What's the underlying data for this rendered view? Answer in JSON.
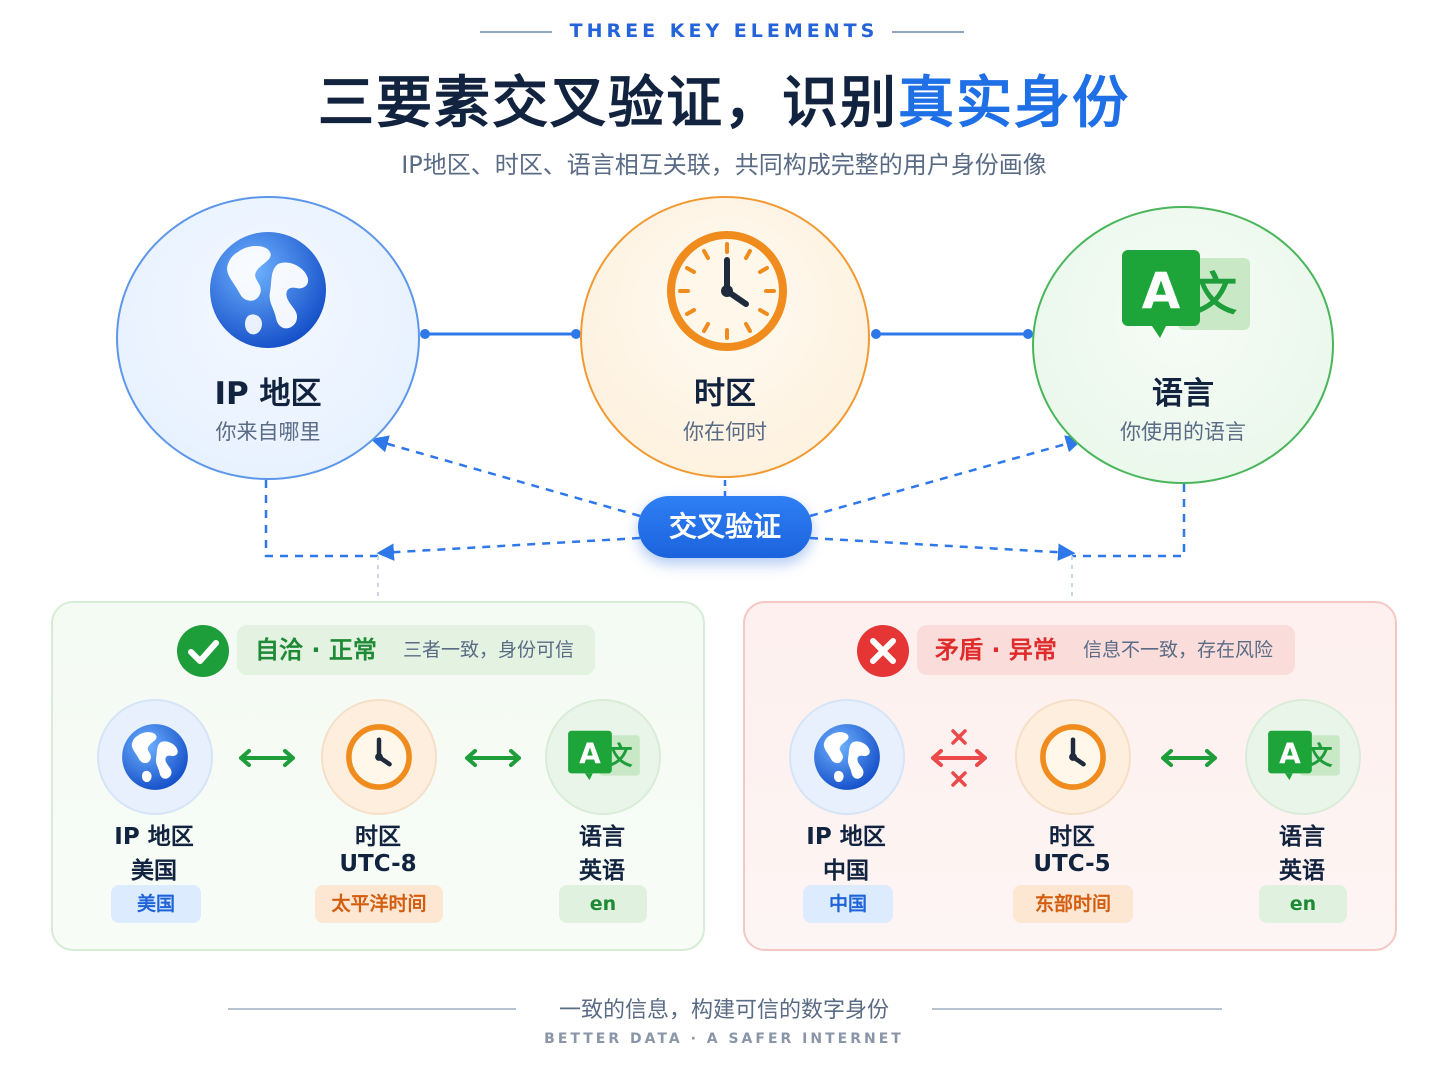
{
  "header": {
    "eyebrow": "THREE KEY ELEMENTS",
    "title_main": "三要素交叉验证，识别",
    "title_highlight": "真实身份",
    "subtitle": "IP地区、时区、语言相互关联，共同构成完整的用户身份画像"
  },
  "elements": [
    {
      "title": "IP 地区",
      "subtitle": "你来自哪里",
      "icon": "globe-icon"
    },
    {
      "title": "时区",
      "subtitle": "你在何时",
      "icon": "clock-icon"
    },
    {
      "title": "语言",
      "subtitle": "你使用的语言",
      "icon": "translate-icon"
    }
  ],
  "center_label": "交叉验证",
  "panels": {
    "consistent": {
      "status_title": "自洽 · 正常",
      "status_desc": "三者一致，身份可信",
      "status_icon": "check-icon",
      "nodes": [
        {
          "line1": "IP 地区",
          "line2": "美国",
          "tag": "美国"
        },
        {
          "line1": "时区",
          "line2": "UTC-8",
          "tag": "太平洋时间"
        },
        {
          "line1": "语言",
          "line2": "英语",
          "tag": "en"
        }
      ]
    },
    "inconsistent": {
      "status_title": "矛盾 · 异常",
      "status_desc": "信息不一致，存在风险",
      "status_icon": "cross-icon",
      "nodes": [
        {
          "line1": "IP 地区",
          "line2": "中国",
          "tag": "中国"
        },
        {
          "line1": "时区",
          "line2": "UTC-5",
          "tag": "东部时间"
        },
        {
          "line1": "语言",
          "line2": "英语",
          "tag": "en"
        }
      ]
    }
  },
  "footer": {
    "text": "一致的信息，构建可信的数字身份",
    "sub": "BETTER DATA · A SAFER INTERNET"
  },
  "colors": {
    "accent_blue": "#1f6fe6",
    "orange": "#f19a33",
    "green": "#1e9e3a",
    "red": "#e53535",
    "title": "#12233f"
  }
}
